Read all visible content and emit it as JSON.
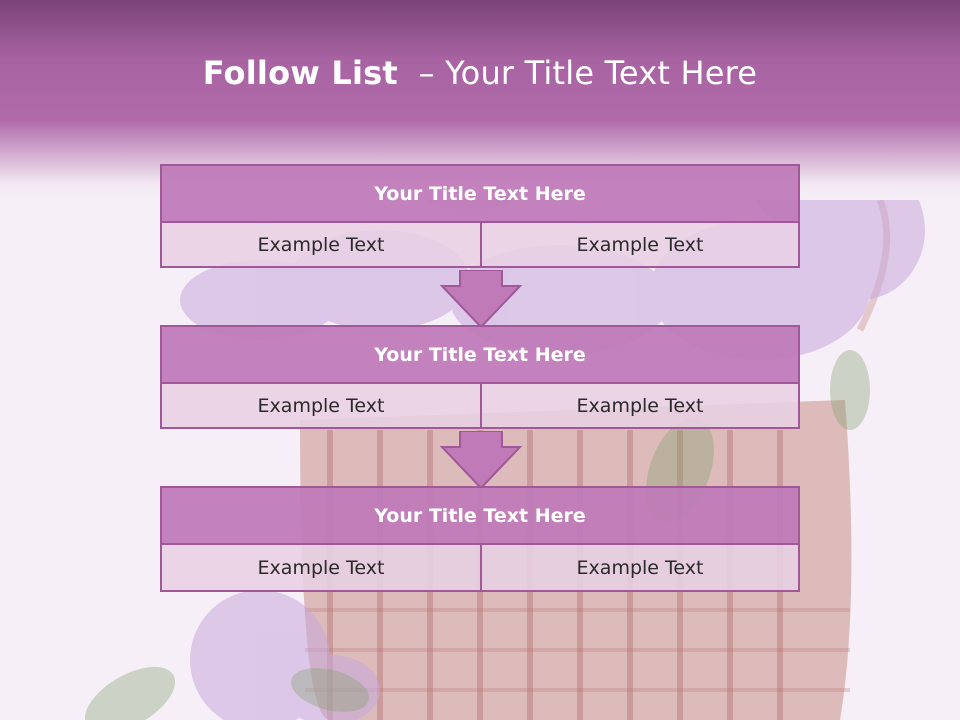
{
  "slide": {
    "title_bold": "Follow List",
    "title_rest": "  – Your Title Text Here"
  },
  "blocks": [
    {
      "title": "Your Title Text Here",
      "left": "Example Text",
      "right": "Example Text"
    },
    {
      "title": "Your Title Text Here",
      "left": "Example Text",
      "right": "Example Text"
    },
    {
      "title": "Your Title Text Here",
      "left": "Example Text",
      "right": "Example Text"
    }
  ],
  "colors": {
    "header": "#b06aa9",
    "block_title": "#be7ab8",
    "block_cell": "#e8d0e4",
    "border": "#a05898"
  },
  "icons": [
    "down-arrow-icon"
  ]
}
